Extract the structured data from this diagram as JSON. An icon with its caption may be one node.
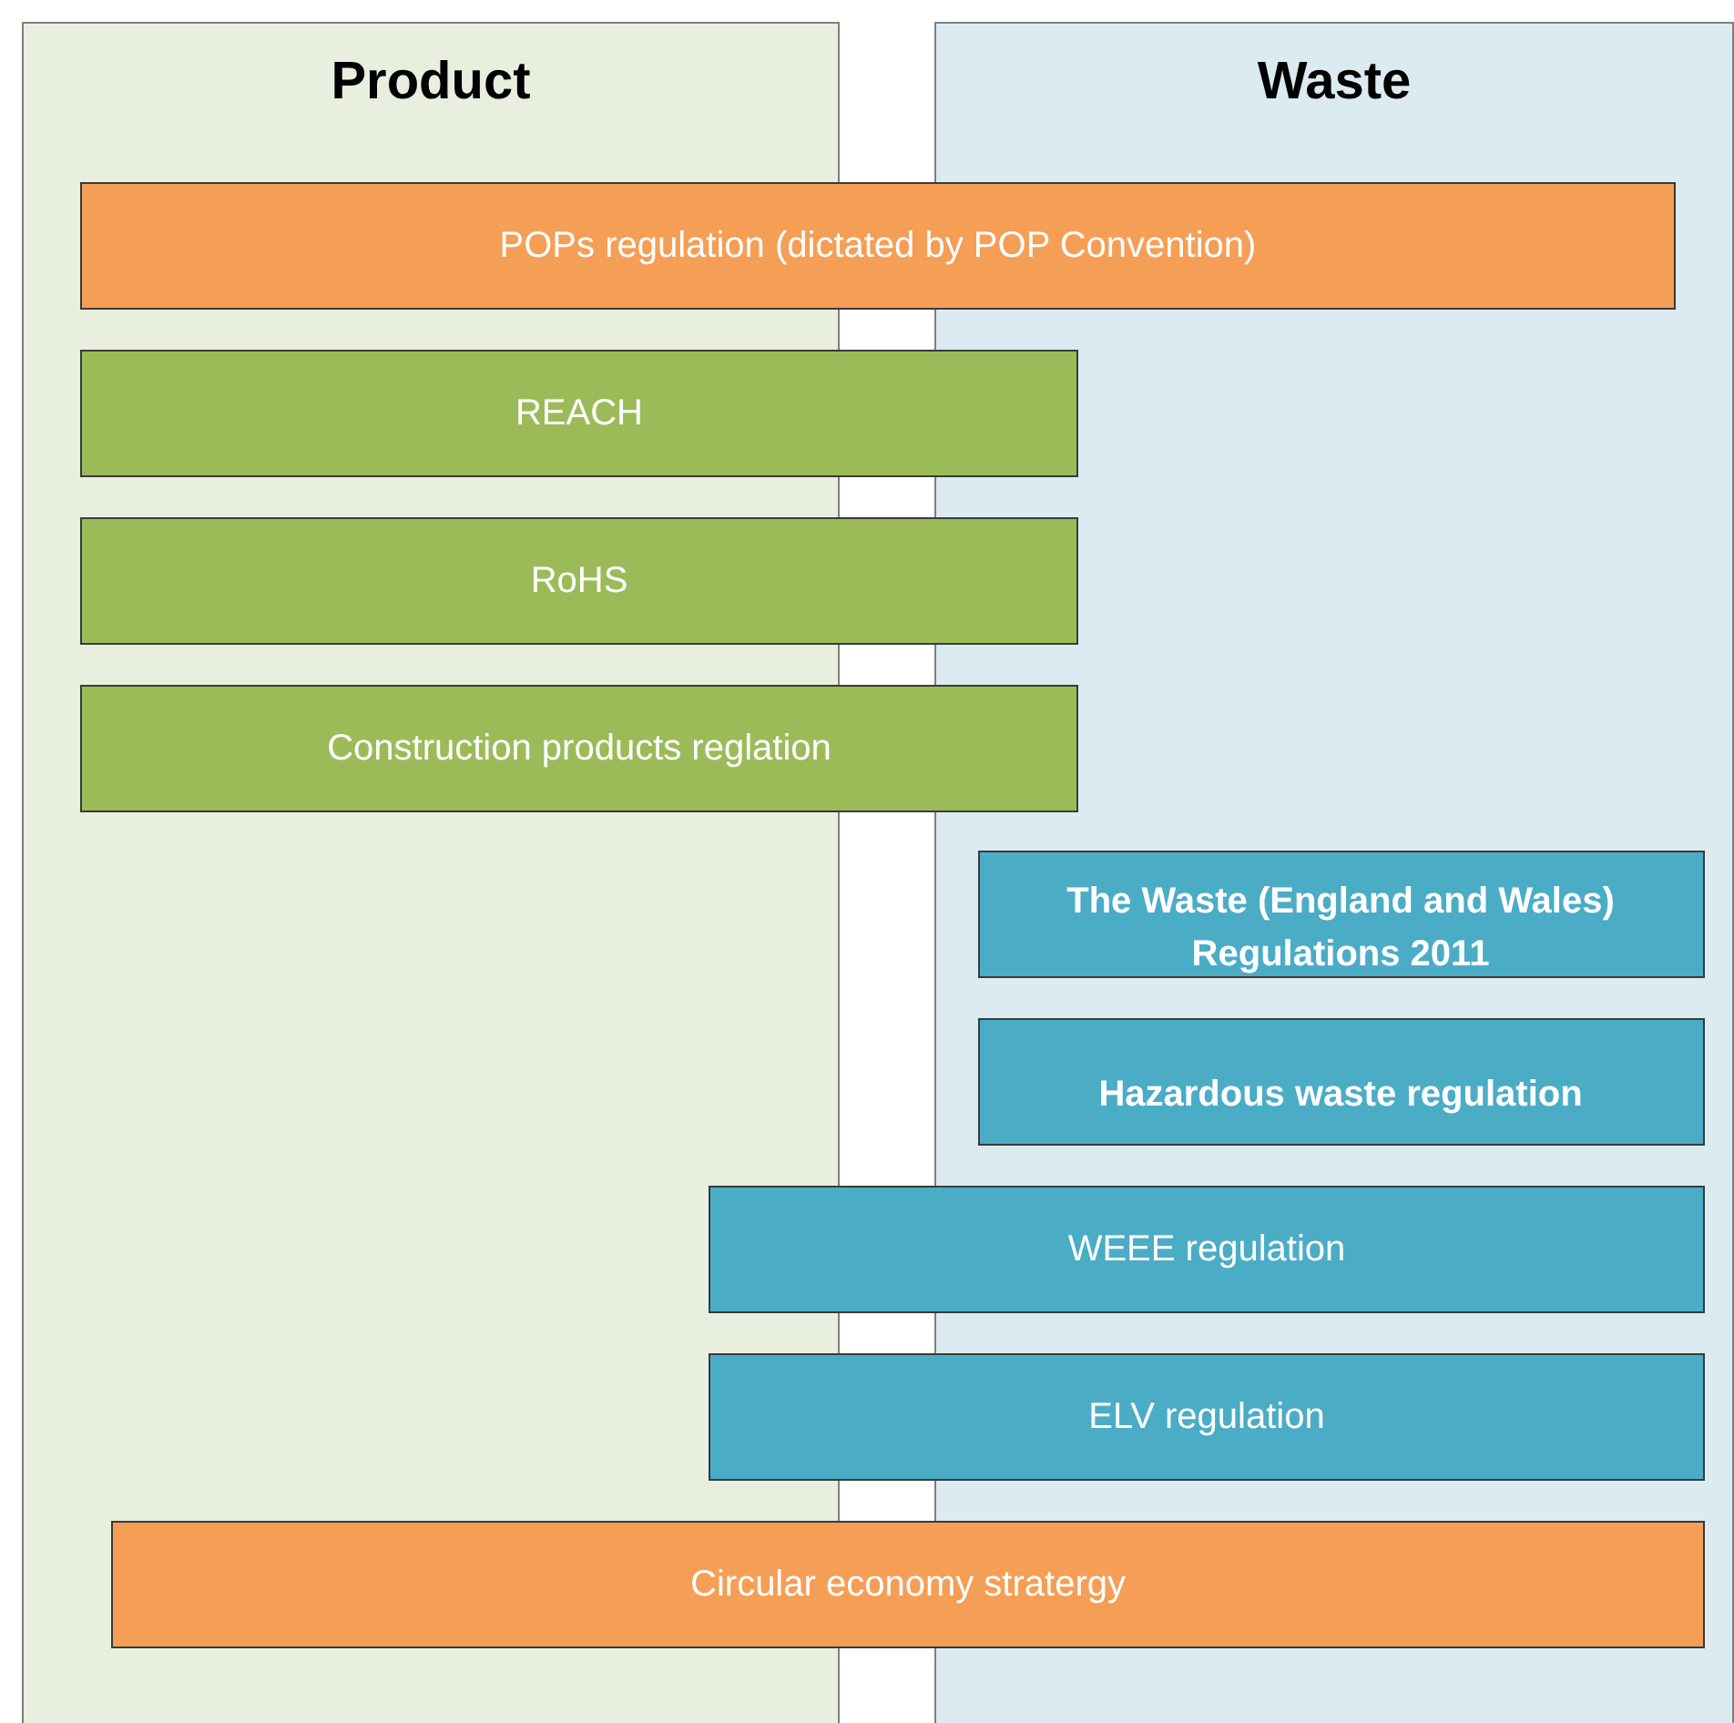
{
  "diagram": {
    "nodes": [
      {
        "text": [
          "Product"
        ]
      },
      {
        "text": [
          "Waste"
        ]
      },
      {
        "text": [
          "POPs regulation (dictated by POP Convention)"
        ]
      },
      {
        "text": [
          "REACH"
        ]
      },
      {
        "text": [
          "RoHS"
        ]
      },
      {
        "text": [
          "Construction products reglation"
        ]
      },
      {
        "text": [
          "The Waste (England and Wales) Regulations 2011"
        ],
        "in": 1
      },
      {
        "text": [
          "Hazardous waste regulation"
        ],
        "in": 1
      },
      {
        "text": [
          "WEEE regulation"
        ]
      },
      {
        "text": [
          "ELV regulation"
        ]
      },
      {
        "text": [
          "Circular economy stratergy"
        ]
      }
    ]
  }
}
